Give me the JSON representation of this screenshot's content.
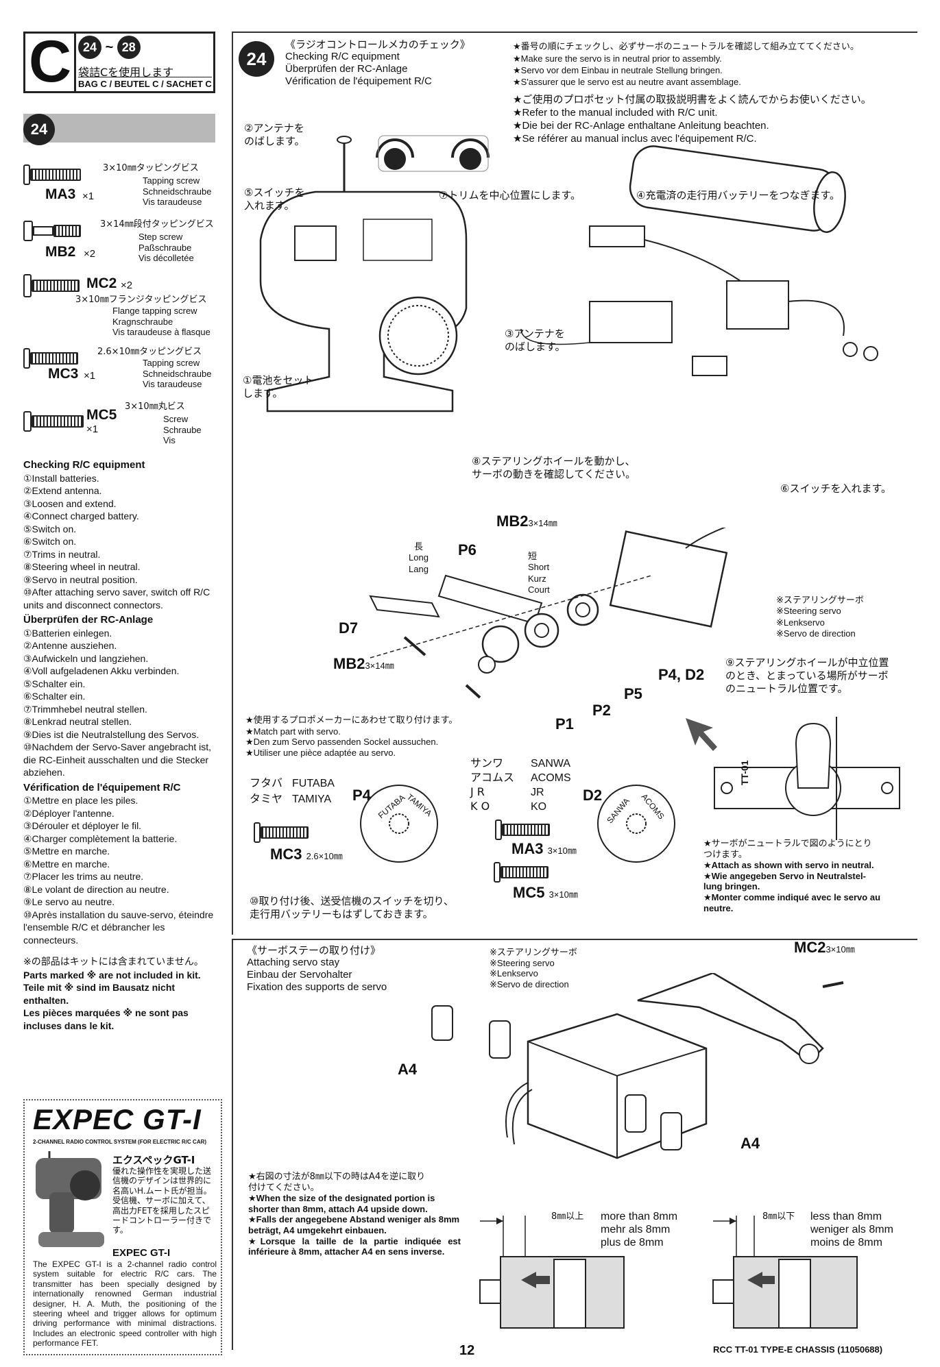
{
  "header": {
    "bag_letter": "C",
    "step_from": "24",
    "step_tilde": "~",
    "step_to": "28",
    "bag_jp": "袋詰Cを使用します",
    "bag_en": "BAG C / BEUTEL C / SACHET C"
  },
  "step": {
    "number": "24"
  },
  "parts": [
    {
      "code": "MA3",
      "qty": "×1",
      "size": "3×10㎜タッピングビス",
      "names": [
        "Tapping screw",
        "Schneidschraube",
        "Vis taraudeuse"
      ]
    },
    {
      "code": "MB2",
      "qty": "×2",
      "size": "3×14㎜段付タッピングビス",
      "names": [
        "Step screw",
        "Paßschraube",
        "Vis décolletée"
      ]
    },
    {
      "code": "MC2",
      "qty": "×2",
      "size": "3×10㎜フランジタッピングビス",
      "names": [
        "Flange tapping screw",
        "Kragnschraube",
        "Vis taraudeuse à flasque"
      ]
    },
    {
      "code": "MC3",
      "qty": "×1",
      "size": "2.6×10㎜タッピングビス",
      "names": [
        "Tapping screw",
        "Schneidschraube",
        "Vis taraudeuse"
      ]
    },
    {
      "code": "MC5",
      "qty": "×1",
      "size": "3×10㎜丸ビス",
      "names": [
        "Screw",
        "Schraube",
        "Vis"
      ]
    }
  ],
  "checking_en": {
    "title": "Checking R/C equipment",
    "items": [
      "①Install batteries.",
      "②Extend antenna.",
      "③Loosen and extend.",
      "④Connect charged battery.",
      "⑤Switch on.",
      "⑥Switch on.",
      "⑦Trims in neutral.",
      "⑧Steering wheel in neutral.",
      "⑨Servo in neutral position.",
      "⑩After attaching servo saver, switch off R/C units and disconnect connectors."
    ]
  },
  "checking_de": {
    "title": "Überprüfen der RC-Anlage",
    "items": [
      "①Batterien einlegen.",
      "②Antenne ausziehen.",
      "③Aufwickeln und langziehen.",
      "④Voll aufgeladenen Akku verbinden.",
      "⑤Schalter ein.",
      "⑥Schalter ein.",
      "⑦Trimmhebel neutral stellen.",
      "⑧Lenkrad neutral stellen.",
      "⑨Dies ist die Neutralstellung des Servos.",
      "⑩Nachdem der Servo-Saver angebracht ist, die RC-Einheit ausschalten und die Stecker abziehen."
    ]
  },
  "checking_fr": {
    "title": "Vérification de l'équipement R/C",
    "items": [
      "①Mettre en place les piles.",
      "②Déployer l'antenne.",
      "③Dérouler et déployer le fil.",
      "④Charger complètement la batterie.",
      "⑤Mettre en marche.",
      "⑥Mettre en marche.",
      "⑦Placer les trims au neutre.",
      "⑧Le volant de direction au neutre.",
      "⑨Le servo au neutre.",
      "⑩Après installation du sauve-servo, éteindre l'ensemble R/C et débrancher les connecteurs."
    ]
  },
  "not_included": {
    "jp": "※の部品はキットには含まれていません。",
    "en": "Parts marked ※ are not included in kit.",
    "de": "Teile mit ※ sind im Bausatz nicht enthalten.",
    "fr": "Les pièces marquées ※ ne sont pas incluses dans le kit."
  },
  "expec": {
    "logo": "EXPEC GT-I",
    "subtitle": "2-CHANNEL RADIO CONTROL SYSTEM (FOR ELECTRIC R/C CAR)",
    "jp_title": "エクスペックGT-I",
    "jp_text": "優れた操作性を実現した送信機のデザインは世界的に名高いH.ムート氏が担当。受信機、サーボに加えて、高出力FETを採用したスピードコントローラー付きです。",
    "en_title": "EXPEC GT-I",
    "en_text": "The EXPEC GT-I is a 2-channel radio control system suitable for electric R/C cars. The transmitter has been specially designed by internationally renowned German industrial designer, H. A. Muth, the positioning of the steering wheel and trigger allows for optimum driving performance with minimal distractions. Includes an electronic speed controller with high performance FET."
  },
  "main": {
    "title_jp": "《ラジオコントロールメカのチェック》",
    "title_en": "Checking R/C equipment",
    "title_de": "Überprüfen der RC-Anlage",
    "title_fr": "Vérification de l'équipement R/C",
    "notes1": [
      "★番号の順にチェックし、必ずサーボのニュートラルを確認して組み立ててください。",
      "★Make sure the servo is in neutral prior to assembly.",
      "★Servo vor dem Einbau in neutrale Stellung bringen.",
      "★S'assurer que le servo est au neutre avant assemblage."
    ],
    "notes2": [
      "★ご使用のプロポセット付属の取扱説明書をよく読んでからお使いください。",
      "★Refer to the manual included with R/C unit.",
      "★Die bei der RC-Anlage enthaltane Anleitung beachten.",
      "★Se référer au manual inclus avec l'équipement R/C."
    ],
    "lbl_antenna": "②アンテナを\nのばします。",
    "lbl_switch": "⑤スイッチを\n入れます。",
    "lbl_trim": "⑦トリムを中心位置にします。",
    "lbl_battery": "④充電済の走行用バッテリーをつなぎます。",
    "lbl_antenna2": "③アンテナを\nのばします。",
    "lbl_cells": "①電池をセット\nします。",
    "lbl_wheel": "⑧ステアリングホイールを動かし、\nサーボの動きを確認してください。",
    "lbl_switch2": "⑥スイッチを入れます。",
    "mb2_top": "MB2",
    "mb2_top_size": "3×14㎜",
    "p6": "P6",
    "long": "長\nLong\nLang",
    "short": "短\nShort\nKurz\nCourt",
    "steering_servo": "※ステアリングサーボ\n※Steering servo\n※Lenkservo\n※Servo de direction",
    "d7": "D7",
    "mb2_bot": "MB2",
    "mb2_bot_size": "3×14㎜",
    "p4d2": "P4, D2",
    "p5": "P5",
    "p2": "P2",
    "p1": "P1",
    "neutral_note": "⑨ステアリングホイールが中立位置\nのとき、とまっている場所がサーボ\nのニュートラル位置です。",
    "match_notes": [
      "★使用するプロポメーカーにあわせて取り付けます。",
      "★Match part with servo.",
      "★Den zum Servo passenden Sockel aussuchen.",
      "★Utiliser une pièce adaptée au servo."
    ],
    "brands_left": [
      [
        "フタバ",
        "FUTABA"
      ],
      [
        "タミヤ",
        "TAMIYA"
      ]
    ],
    "brands_right": [
      [
        "サンワ",
        "SANWA"
      ],
      [
        "アコムス",
        "ACOMS"
      ],
      [
        "J R",
        "JR"
      ],
      [
        "K O",
        "KO"
      ]
    ],
    "p4": "P4",
    "d2": "D2",
    "gear_p4_a": "FUTABA",
    "gear_p4_b": "TAMIYA",
    "gear_d2_a": "SANWA",
    "gear_d2_b": "ACOMS",
    "mc3": "MC3",
    "mc3_size": "2.6×10㎜",
    "ma3": "MA3",
    "ma3_size": "3×10㎜",
    "mc5": "MC5",
    "mc5_size": "3×10㎜",
    "switch_off": "⑩取り付け後、送受信機のスイッチを切り、\n走行用バッテリーもはずしておきます。",
    "horn_label": "TT-01",
    "attach_notes": [
      "★サーボがニュートラルで図のようにとり\nつけます。",
      "★Attach as shown with servo in neutral.",
      "★Wie angegeben Servo in Neutralstel-\nlung bringen.",
      "★Monter comme indiqué avec le servo au\nneutre."
    ]
  },
  "bottom": {
    "title_jp": "《サーボステーの取り付け》",
    "title_en": "Attaching servo stay",
    "title_de": "Einbau der Servohalter",
    "title_fr": "Fixation des supports de servo",
    "servo_label": "※ステアリングサーボ\n※Steering servo\n※Lenkservo\n※Servo de direction",
    "mc2": "MC2",
    "mc2_size": "3×10㎜",
    "a4_left": "A4",
    "a4_right": "A4",
    "size_notes": [
      "★右図の寸法が8㎜以下の時はA4を逆に取り\n付けてください。",
      "★When the size of the designated portion is shorter than 8mm, attach A4 upside down.",
      "★Falls der angegebene Abstand weniger als 8mm beträgt, A4 umgekehrt einbauen.",
      "★Lorsque la taille de la partie indiquée est inférieure à 8mm, attacher A4 en sens inverse."
    ],
    "more_jp": "8㎜以上",
    "more_text": "more than 8mm\nmehr als 8mm\nplus de 8mm",
    "less_jp": "8㎜以下",
    "less_text": "less than 8mm\nweniger als 8mm\nmoins de 8mm"
  },
  "footer": {
    "page": "12",
    "ref": "RCC TT-01 TYPE-E CHASSIS (11050688)"
  }
}
